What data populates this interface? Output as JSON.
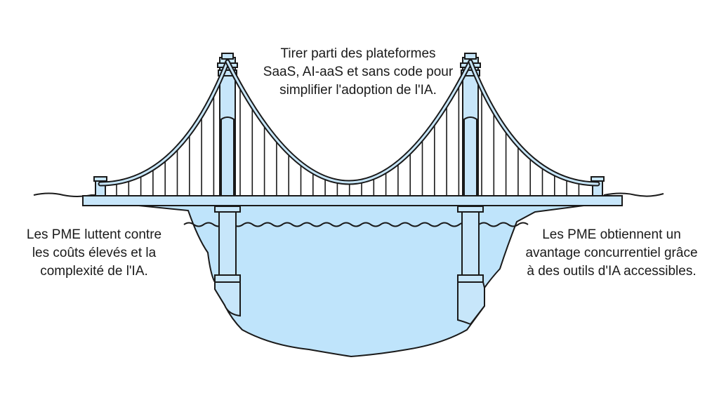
{
  "labels": {
    "top": "Tirer parti des plateformes\nSaaS, AI-aaS et sans code pour\nsimplifier l'adoption de l'IA.",
    "left": "Les PME luttent contre\nles coûts élevés et la\ncomplexité de l'IA.",
    "right": "Les PME obtiennent un\navantage concurrentiel grâce\nà des outils d'IA accessibles."
  },
  "colors": {
    "fill": "#c7e6fa",
    "water": "#bfe4fb",
    "stroke": "#1a1a1a",
    "background": "#ffffff"
  }
}
